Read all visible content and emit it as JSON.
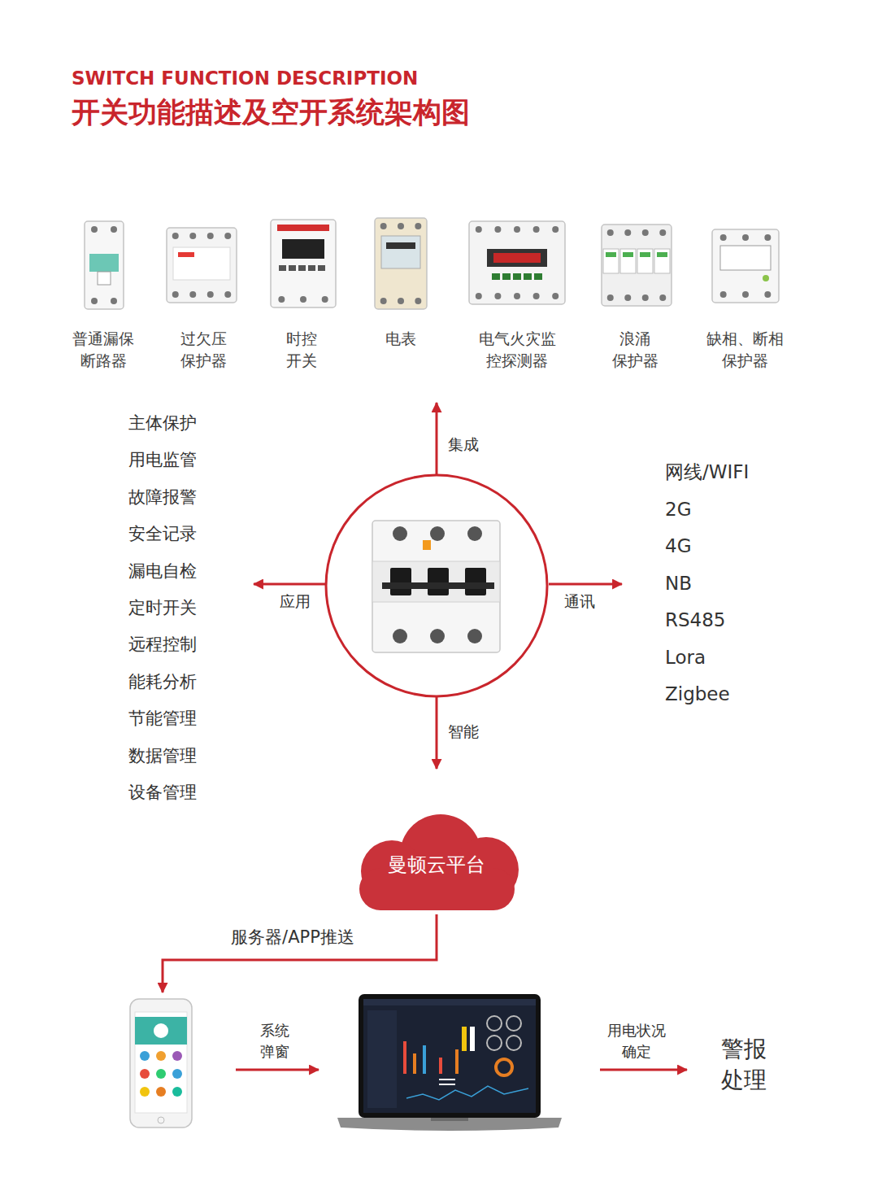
{
  "diagram": {
    "title": "开关功能描述及空开系统架构图",
    "nodes": [
      {
        "text": [
          "曼顿云平台"
        ]
      }
    ],
    "labels": [
      "SWITCH FUNCTION DESCRIPTION",
      "普通漏保 断路器",
      "过欠压 保护器",
      "时控 开关",
      "电表",
      "电气火灾监 控探测器",
      "浪涌 保护器",
      "缺相、断相 保护器",
      "集成",
      "主体保护",
      "用电监管",
      "故障报警",
      "安全记录",
      "漏电自检",
      "定时开关",
      "远程控制",
      "能耗分析",
      "节能管理",
      "数据管理",
      "设备管理",
      "应用",
      "通讯",
      "网线/WIFI",
      "2G",
      "4G",
      "NB",
      "RS485",
      "Lora",
      "Zigbee",
      "智能",
      "服务器/APP推送",
      "系统 弹窗",
      "用电状况 确定",
      "警报 处理"
    ]
  }
}
